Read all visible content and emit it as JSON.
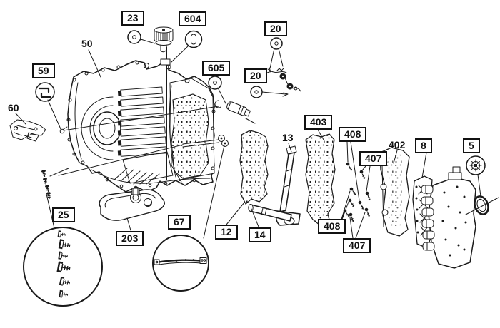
{
  "figure": {
    "type": "exploded-parts-diagram",
    "subject": "automatic-transaxle-case-and-valve-body",
    "background_color": "#ffffff",
    "line_color": "#1a1a1a"
  },
  "callouts": [
    {
      "label": "23",
      "boxed": true,
      "symbol": "circle-dot-icon"
    },
    {
      "label": "604",
      "boxed": true,
      "symbol": "circle-pin-icon"
    },
    {
      "label": "605",
      "boxed": true,
      "symbol": "circle-dot-icon"
    },
    {
      "label": "20",
      "boxed": true,
      "symbol": "circle-dot-icon"
    },
    {
      "label": "20",
      "boxed": true,
      "symbol": "circle-dot-icon"
    },
    {
      "label": "59",
      "boxed": true,
      "symbol": "circle-clip-icon"
    },
    {
      "label": "50",
      "boxed": false,
      "symbol": null
    },
    {
      "label": "60",
      "boxed": false,
      "symbol": null
    },
    {
      "label": "13",
      "boxed": false,
      "symbol": null
    },
    {
      "label": "403",
      "boxed": true,
      "symbol": null
    },
    {
      "label": "408",
      "boxed": true,
      "symbol": null
    },
    {
      "label": "407",
      "boxed": true,
      "symbol": null
    },
    {
      "label": "402",
      "boxed": false,
      "symbol": null
    },
    {
      "label": "8",
      "boxed": true,
      "symbol": null
    },
    {
      "label": "5",
      "boxed": true,
      "symbol": "circle-gear-icon"
    },
    {
      "label": "408",
      "boxed": true,
      "symbol": null
    },
    {
      "label": "407",
      "boxed": true,
      "symbol": null
    },
    {
      "label": "12",
      "boxed": true,
      "symbol": null
    },
    {
      "label": "14",
      "boxed": true,
      "symbol": null
    },
    {
      "label": "25",
      "boxed": true,
      "symbol": "magnifier-circle"
    },
    {
      "label": "203",
      "boxed": true,
      "symbol": null
    },
    {
      "label": "67",
      "boxed": true,
      "symbol": "magnifier-circle"
    }
  ]
}
